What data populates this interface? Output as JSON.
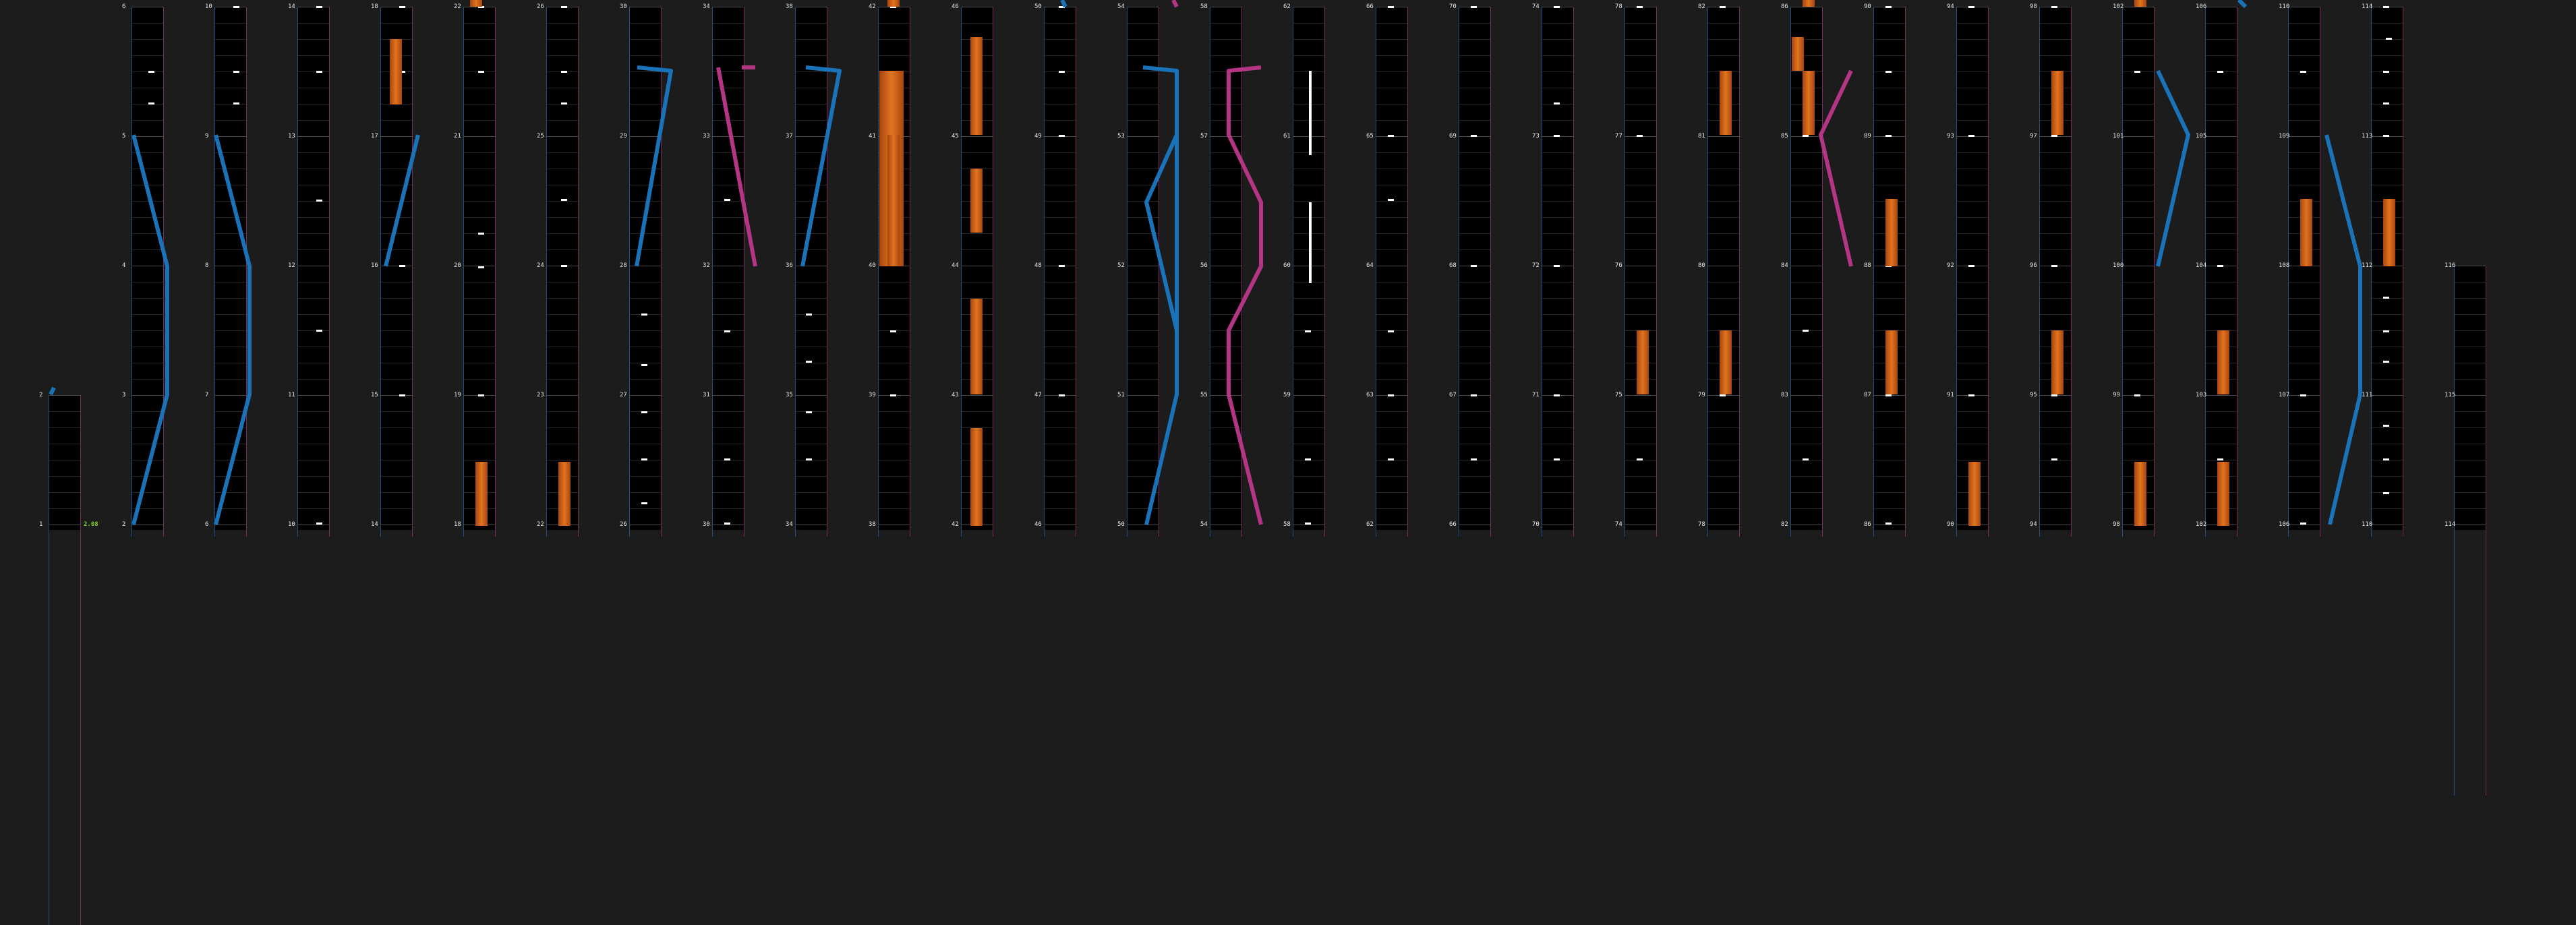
{
  "combo": "2.08",
  "colors": {
    "background": "#1c1c1c",
    "lane": "#000000",
    "blue_line": "#1b4f84",
    "red_line": "#7d2a60",
    "blue_arc": "#1a73b8",
    "purple_arc": "#b53585",
    "hold": "#e1741f",
    "tap": "#ffffff",
    "combo": "#7ad21c"
  },
  "columns": [
    {
      "beats": [
        "1",
        "2"
      ]
    },
    {
      "beats": [
        "2",
        "3",
        "4",
        "5",
        "6"
      ]
    },
    {
      "beats": [
        "6",
        "7",
        "8",
        "9",
        "10"
      ]
    },
    {
      "beats": [
        "10",
        "11",
        "12",
        "13",
        "14"
      ]
    },
    {
      "beats": [
        "14",
        "15",
        "16",
        "17",
        "18"
      ]
    },
    {
      "beats": [
        "18",
        "19",
        "20",
        "21",
        "22"
      ]
    },
    {
      "beats": [
        "22",
        "23",
        "24",
        "25",
        "26"
      ]
    },
    {
      "beats": [
        "26",
        "27",
        "28",
        "29",
        "30"
      ]
    },
    {
      "beats": [
        "30",
        "31",
        "32",
        "33",
        "34"
      ]
    },
    {
      "beats": [
        "34",
        "35",
        "36",
        "37",
        "38"
      ]
    },
    {
      "beats": [
        "38",
        "39",
        "40",
        "41",
        "42"
      ]
    },
    {
      "beats": [
        "42",
        "43",
        "44",
        "45",
        "46"
      ]
    },
    {
      "beats": [
        "46",
        "47",
        "48",
        "49",
        "50"
      ]
    },
    {
      "beats": [
        "50",
        "51",
        "52",
        "53",
        "54"
      ]
    },
    {
      "beats": [
        "54",
        "55",
        "56",
        "57",
        "58"
      ]
    },
    {
      "beats": [
        "58",
        "59",
        "60",
        "61",
        "62"
      ]
    },
    {
      "beats": [
        "62",
        "63",
        "64",
        "65",
        "66"
      ]
    },
    {
      "beats": [
        "66",
        "67",
        "68",
        "69",
        "70"
      ]
    },
    {
      "beats": [
        "70",
        "71",
        "72",
        "73",
        "74"
      ]
    },
    {
      "beats": [
        "74",
        "75",
        "76",
        "77",
        "78"
      ]
    },
    {
      "beats": [
        "78",
        "79",
        "80",
        "81",
        "82"
      ]
    },
    {
      "beats": [
        "82",
        "83",
        "84",
        "85",
        "86"
      ]
    },
    {
      "beats": [
        "86",
        "87",
        "88",
        "89",
        "90"
      ]
    },
    {
      "beats": [
        "90",
        "91",
        "92",
        "93",
        "94"
      ]
    },
    {
      "beats": [
        "94",
        "95",
        "96",
        "97",
        "98"
      ]
    },
    {
      "beats": [
        "98",
        "99",
        "100",
        "101",
        "102"
      ]
    },
    {
      "beats": [
        "102",
        "103",
        "104",
        "105",
        "106"
      ]
    },
    {
      "beats": [
        "106",
        "107",
        "108",
        "109",
        "110"
      ]
    },
    {
      "beats": [
        "110",
        "111",
        "112",
        "113",
        "114"
      ]
    },
    {
      "beats": [
        "114",
        "115",
        "116"
      ]
    }
  ]
}
